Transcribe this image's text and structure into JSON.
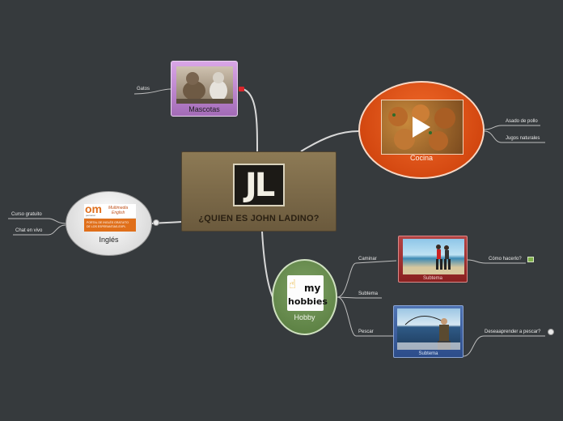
{
  "center": {
    "title": "¿QUIEN ES JOHN LADINO?",
    "logo_text": "JL"
  },
  "mascotas": {
    "label": "Mascotas",
    "children": [
      "Gatos"
    ]
  },
  "cocina": {
    "label": "Cocina",
    "children": [
      "Asado de pollo",
      "Jugos naturales"
    ]
  },
  "ingles": {
    "label": "Inglés",
    "logo": {
      "brand": "om",
      "brand_sub": "personal",
      "title_line1": "Multimedia",
      "title_line2": "English",
      "banner_line1": "PORTAL DE INGLÉS GRATUITO",
      "banner_line2": "DE LOS ESPERANTIAS-EXPL"
    },
    "children": [
      "Curso gratuito",
      "Chat en vivo"
    ]
  },
  "hobby": {
    "label": "Hobby",
    "image_text_line1": "my",
    "image_text_line2": "hobbies",
    "children": [
      "Caminar",
      "Subtema",
      "Pescar"
    ]
  },
  "caminar_sub": {
    "label": "Subtema",
    "children": [
      "Cómo hacerlo?"
    ]
  },
  "pescar_sub": {
    "label": "Subtema",
    "children": [
      "Deseaaprender a pescar?"
    ]
  },
  "colors": {
    "background": "#363a3d",
    "center": "#7d6a48",
    "mascotas": "#c08ad0",
    "cocina": "#e0561a",
    "hobby": "#6a8d50",
    "caminar_sub": "#a33030",
    "pescar_sub": "#3a5c9e"
  },
  "icons": [
    "flag-icon",
    "globe-icon",
    "play-icon",
    "thumbnail-icon",
    "hand-pointer-icon"
  ]
}
